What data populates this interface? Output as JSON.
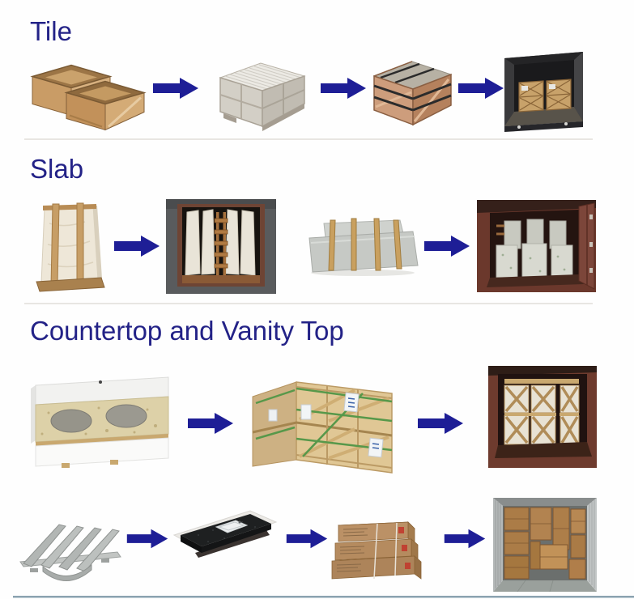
{
  "page_background": "#fefefe",
  "colors": {
    "heading_text": "#232287",
    "arrow": "#1e1e96",
    "divider": "#e8e6e2",
    "bottom_rule": "#8ba2b0"
  },
  "arrow_icon": "right-block-arrow",
  "sections": [
    {
      "heading": "Tile",
      "steps": [
        "empty-wooden-tile-crates",
        "tile-crate-packed",
        "tile-crate-strapped",
        "tile-crates-in-container"
      ]
    },
    {
      "heading": "Slab",
      "steps": [
        "slab-bundle-wrapped-on-frame",
        "slabs-braced-in-container",
        "slab-bundle-strapped",
        "slab-bundles-in-container"
      ]
    },
    {
      "heading": "Countertop and Vanity Top",
      "rows": [
        [
          "vanity-top-in-foam-crate",
          "countertop-crates-strapped",
          "countertop-crates-in-container"
        ],
        [
          "countertops-on-rack",
          "countertop-in-foam-tray",
          "countertop-cartons-stacked",
          "cartons-in-container"
        ]
      ]
    }
  ]
}
